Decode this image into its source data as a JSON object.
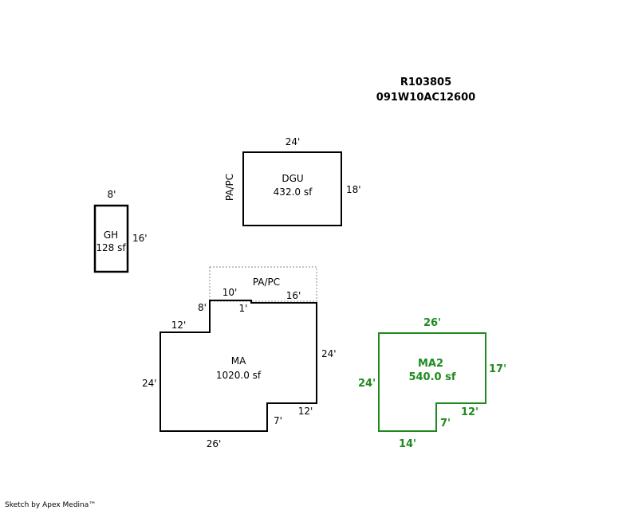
{
  "header": {
    "account": "R103805",
    "map_lot": "091W10AC12600"
  },
  "colors": {
    "line": "#000000",
    "dotted": "#888888",
    "ma2": "#1e8a1e"
  },
  "dgu": {
    "name": "DGU",
    "area": "432.0 sf",
    "top": "24'",
    "right": "18'",
    "side_label": "PA/PC"
  },
  "gh": {
    "name": "GH",
    "area": "128 sf",
    "top": "8'",
    "right": "16'"
  },
  "ma": {
    "name": "MA",
    "area": "1020.0 sf",
    "porch_label": "PA/PC",
    "dims": {
      "left_step": "8'",
      "top_left": "10'",
      "jog": "1'",
      "top_right": "16'",
      "left_top": "12'",
      "right": "24'",
      "left": "24'",
      "notch_h": "12'",
      "notch_v": "7'",
      "bottom": "26'"
    }
  },
  "ma2": {
    "name": "MA2",
    "area": "540.0 sf",
    "dims": {
      "top": "26'",
      "right": "17'",
      "left": "24'",
      "notch_h": "12'",
      "notch_v": "7'",
      "bottom": "14'"
    }
  },
  "footer": {
    "credit": "Sketch by Apex Medina™"
  }
}
